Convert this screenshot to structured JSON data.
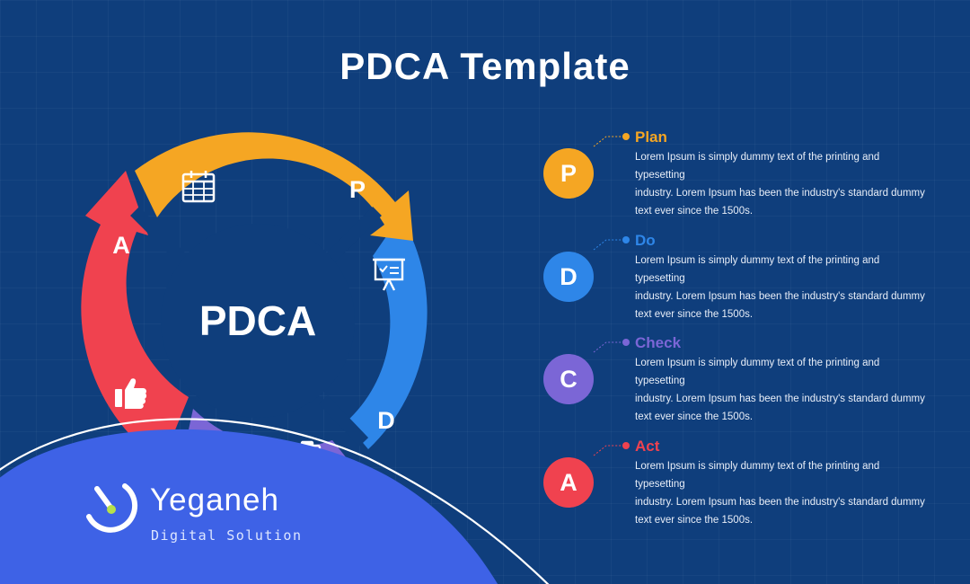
{
  "title": "PDCA Template",
  "center_label": "PDCA",
  "colors": {
    "background": "#0f3e7c",
    "plan": "#f5a623",
    "do": "#2e86e8",
    "check": "#7b66d6",
    "act": "#f0424f",
    "brand_wave": "#3e62e6"
  },
  "wheel": {
    "labels": {
      "plan": "P",
      "do": "D",
      "act": "A"
    },
    "icons": {
      "plan": "calendar-icon",
      "do": "presentation-board-icon",
      "check": "clipboard-icon",
      "act": "thumbs-up-icon"
    }
  },
  "steps": [
    {
      "letter": "P",
      "title": "Plan",
      "color": "#f5a623",
      "body_lines": [
        "Lorem Ipsum is simply dummy text of the printing and typesetting",
        "industry. Lorem Ipsum has been the industry's standard dummy",
        "text ever since the 1500s."
      ]
    },
    {
      "letter": "D",
      "title": "Do",
      "color": "#2e86e8",
      "body_lines": [
        "Lorem Ipsum is simply dummy text of the printing and typesetting",
        "industry. Lorem Ipsum has been the industry's standard dummy",
        "text ever since the 1500s."
      ]
    },
    {
      "letter": "C",
      "title": "Check",
      "color": "#7b66d6",
      "body_lines": [
        "Lorem Ipsum is simply dummy text of the printing and typesetting",
        "industry. Lorem Ipsum has been the industry's standard dummy",
        "text ever since the 1500s."
      ]
    },
    {
      "letter": "A",
      "title": "Act",
      "color": "#f0424f",
      "body_lines": [
        "Lorem Ipsum is simply dummy text of the printing and typesetting",
        "industry. Lorem Ipsum has been the industry's standard dummy",
        "text ever since the 1500s."
      ]
    }
  ],
  "brand": {
    "name": "Yeganeh",
    "tagline": "Digital Solution"
  }
}
